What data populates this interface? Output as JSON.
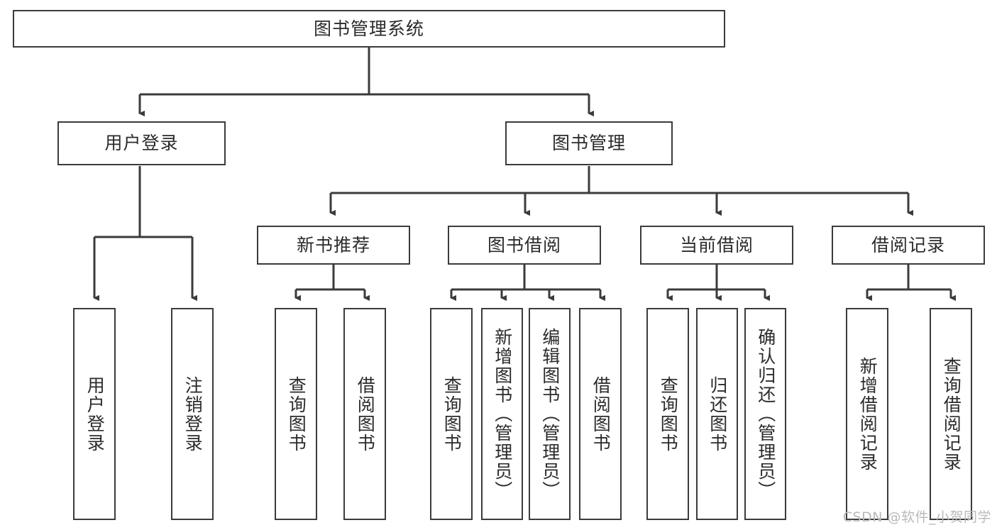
{
  "diagram": {
    "type": "tree-hierarchy",
    "title": "图书管理系统",
    "orientation": "top-down",
    "style": {
      "box_border_color": "#3b3b3b",
      "box_fill_color": "#ffffff",
      "edge_color": "#3b3b3b",
      "text_color": "#2b2b2b",
      "background_color": "#ffffff"
    },
    "levels": {
      "level0": "系统根节点",
      "level1": "一级模块",
      "level2": "二级模块",
      "level3": "功能叶节点（竖排文字）"
    }
  },
  "root": {
    "label": "图书管理系统"
  },
  "level1": [
    {
      "id": "user-login",
      "label": "用户登录"
    },
    {
      "id": "book-manage",
      "label": "图书管理"
    }
  ],
  "level2": [
    {
      "id": "new-book-recommend",
      "label": "新书推荐",
      "parent": "book-manage"
    },
    {
      "id": "book-borrow",
      "label": "图书借阅",
      "parent": "book-manage"
    },
    {
      "id": "current-borrow",
      "label": "当前借阅",
      "parent": "book-manage"
    },
    {
      "id": "borrow-record",
      "label": "借阅记录",
      "parent": "book-manage"
    }
  ],
  "leaves": {
    "user_login": [
      {
        "id": "leaf-user-login",
        "label": "用户登录"
      },
      {
        "id": "leaf-user-logout",
        "label": "注销登录"
      }
    ],
    "new_book_recommend": [
      {
        "id": "leaf-query-book-1",
        "label": "查询图书"
      },
      {
        "id": "leaf-borrow-book-1",
        "label": "借阅图书"
      }
    ],
    "book_borrow": [
      {
        "id": "leaf-query-book-2",
        "label": "查询图书"
      },
      {
        "id": "leaf-add-book",
        "label": "新增图书（管理员）"
      },
      {
        "id": "leaf-edit-book",
        "label": "编辑图书（管理员）"
      },
      {
        "id": "leaf-borrow-book-2",
        "label": "借阅图书"
      }
    ],
    "current_borrow": [
      {
        "id": "leaf-query-book-3",
        "label": "查询图书"
      },
      {
        "id": "leaf-return-book",
        "label": "归还图书"
      },
      {
        "id": "leaf-confirm-return",
        "label": "确认归还（管理员）"
      }
    ],
    "borrow_record": [
      {
        "id": "leaf-add-record",
        "label": "新增借阅记录"
      },
      {
        "id": "leaf-query-record",
        "label": "查询借阅记录"
      }
    ]
  },
  "watermark": {
    "text": "CSDN @软件_小贺同学"
  }
}
